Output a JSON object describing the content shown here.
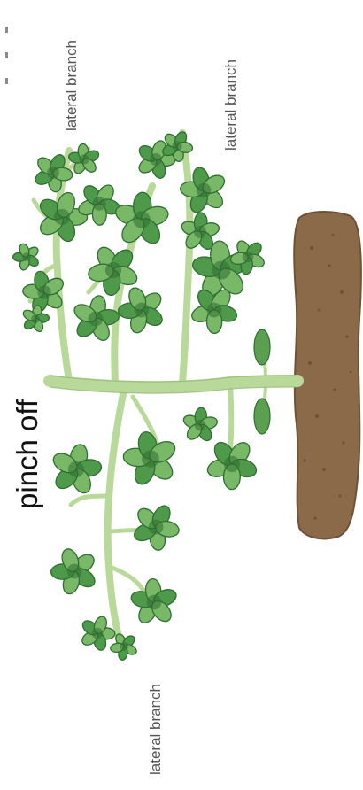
{
  "labels": {
    "lateral_branch_top_left": "lateral branch",
    "lateral_branch_top_right": "lateral branch",
    "lateral_branch_bottom": "lateral branch",
    "pinch_off": "pinch off"
  },
  "colors": {
    "soil": "#8a6a48",
    "soil_dark": "#6f5236",
    "stem": "#b9d99a",
    "stem_outline": "#8fb76f",
    "leaf": "#4f9a4a",
    "leaf_dark": "#2f6e32",
    "leaf_light": "#79b866",
    "text_label": "#555555",
    "text_pinch": "#111111"
  },
  "icons": {
    "soil": "soil-clod",
    "stem": "main-stem",
    "leaf": "compound-leaf"
  }
}
